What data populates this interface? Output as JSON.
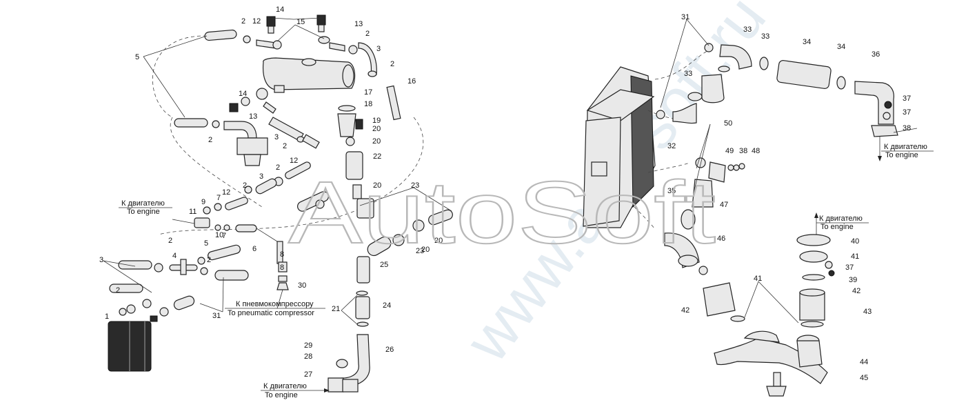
{
  "watermark": {
    "main": "AutoSoft",
    "diagonal": "www.autosoft.ru"
  },
  "destinations": [
    {
      "ru": "К двигателю",
      "en": "To engine"
    },
    {
      "ru": "К двигателю",
      "en": "To engine"
    },
    {
      "ru": "К двигателю",
      "en": "To engine"
    },
    {
      "ru": "К двигателю",
      "en": "To engine"
    },
    {
      "ru": "К пневмокомпрессору",
      "en": "To pneumatic compressor"
    }
  ],
  "callouts": [
    "1",
    "2",
    "2",
    "2",
    "2",
    "2",
    "2",
    "2",
    "2",
    "2",
    "2",
    "3",
    "3",
    "3",
    "3",
    "4",
    "5",
    "5",
    "6",
    "7",
    "7",
    "8",
    "8",
    "9",
    "10",
    "11",
    "12",
    "12",
    "12",
    "13",
    "13",
    "14",
    "14",
    "15",
    "16",
    "17",
    "18",
    "19",
    "20",
    "20",
    "20",
    "20",
    "20",
    "21",
    "22",
    "23",
    "23",
    "24",
    "25",
    "26",
    "27",
    "28",
    "29",
    "30",
    "31",
    "31",
    "32",
    "33",
    "33",
    "33",
    "34",
    "34",
    "35",
    "36",
    "37",
    "37",
    "37",
    "38",
    "38",
    "39",
    "40",
    "41",
    "41",
    "42",
    "42",
    "43",
    "44",
    "45",
    "46",
    "47",
    "48",
    "49",
    "50"
  ]
}
